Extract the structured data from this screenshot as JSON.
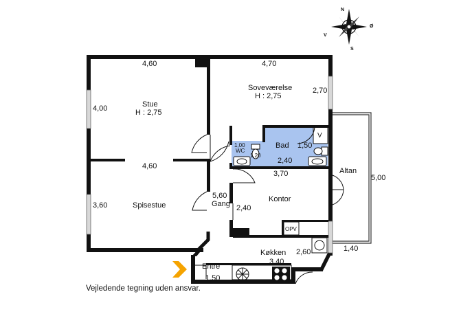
{
  "compass": {
    "n": "N",
    "s": "S",
    "v": "V",
    "o": "Ø"
  },
  "rooms": {
    "stue": {
      "name": "Stue",
      "height": "H : 2,75",
      "width_top": "4,60",
      "depth": "4,00"
    },
    "sovevaerelse": {
      "name": "Soveværelse",
      "height": "H : 2,75",
      "width_top": "4,70",
      "depth": "2,70"
    },
    "spisestue": {
      "name": "Spisestue",
      "width": "4,60",
      "depth": "3,60"
    },
    "wc": {
      "name": "WC",
      "dim_a": "1,00",
      "dim_b": "1,20"
    },
    "bad": {
      "name": "Bad",
      "dim_a": "1,50",
      "dim_b": "2,40"
    },
    "v_label": "V",
    "gang": {
      "name": "Gang",
      "dim": "5,60"
    },
    "kontor": {
      "name": "Kontor",
      "width": "3,70",
      "depth": "2,40"
    },
    "altan": {
      "name": "Altan",
      "length": "5,00",
      "width": "1,40"
    },
    "opv": "OPV",
    "koekken": {
      "name": "Køkken",
      "width": "3,40",
      "depth": "2,60"
    },
    "entre": {
      "name": "Entré",
      "dim": "1,50"
    }
  },
  "caption": "Vejledende tegning uden ansvar.",
  "colors": {
    "wall": "#111111",
    "bathroom_fill": "#a9c4ef",
    "window": "#c8c8c8",
    "entrance_arrow": "#f5a300"
  },
  "icons": [
    "compass-rose-icon",
    "entrance-arrow-icon",
    "toilet-icon",
    "sink-icon",
    "stove-icon",
    "fan-icon",
    "door-swing-icon"
  ]
}
